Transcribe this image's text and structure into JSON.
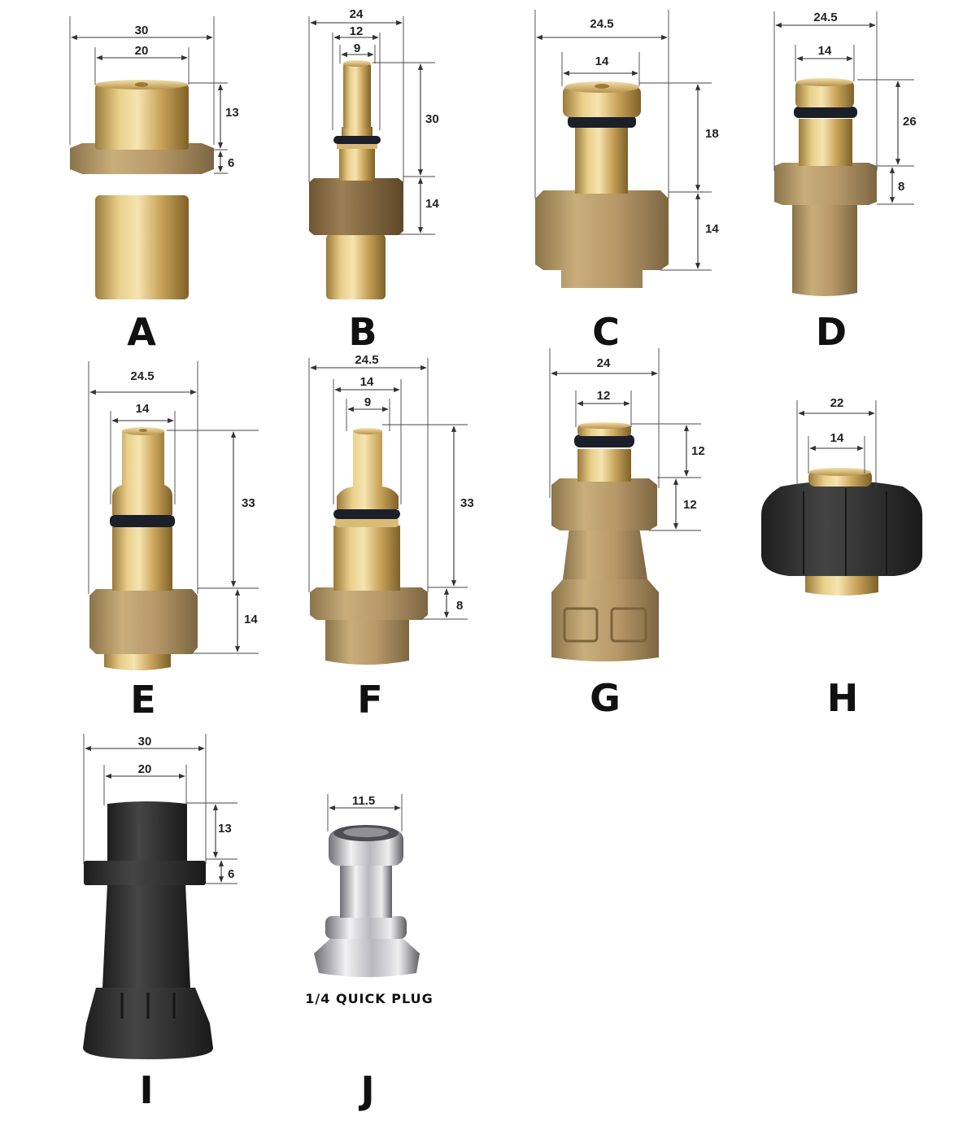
{
  "colors": {
    "brass_light": "#e9cf8a",
    "brass_mid": "#c9a45a",
    "brass_dark": "#8a6a2c",
    "cast_brass": "#b59a68",
    "black_plastic": "#2e2e2e",
    "oring": "#1a1f2a",
    "chrome": "#c9c9cc",
    "dimension_line": "#333333"
  },
  "fittings": {
    "a": {
      "label": "A",
      "dims": [
        "30",
        "20",
        "13",
        "6"
      ]
    },
    "b": {
      "label": "B",
      "dims": [
        "24",
        "12",
        "9",
        "30",
        "14"
      ]
    },
    "c": {
      "label": "C",
      "dims": [
        "24.5",
        "14",
        "18",
        "14"
      ]
    },
    "d": {
      "label": "D",
      "dims": [
        "24.5",
        "14",
        "26",
        "8"
      ]
    },
    "e": {
      "label": "E",
      "dims": [
        "24.5",
        "14",
        "33",
        "14"
      ]
    },
    "f": {
      "label": "F",
      "dims": [
        "24.5",
        "14",
        "9",
        "33",
        "8"
      ]
    },
    "g": {
      "label": "G",
      "dims": [
        "24",
        "12",
        "12",
        "12"
      ]
    },
    "h": {
      "label": "H",
      "dims": [
        "22",
        "14"
      ]
    },
    "i": {
      "label": "I",
      "dims": [
        "30",
        "20",
        "13",
        "6"
      ]
    },
    "j": {
      "label": "J",
      "dims": [
        "11.5"
      ],
      "caption": "1/4 QUICK PLUG"
    }
  }
}
